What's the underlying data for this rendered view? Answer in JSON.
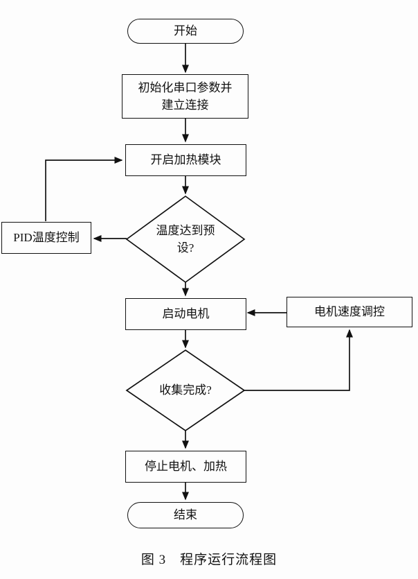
{
  "figure": {
    "caption": "图 3　程序运行流程图"
  },
  "nodes": {
    "start": "开始",
    "init": "初始化串口参数并\n建立连接",
    "heat": "开启加热模块",
    "temp_decision": "温度达到预\n设?",
    "pid": "PID温度控制",
    "motor": "启动电机",
    "speed": "电机速度调控",
    "collect_decision": "收集完成?",
    "stop": "停止电机、加热",
    "end": "结束"
  }
}
